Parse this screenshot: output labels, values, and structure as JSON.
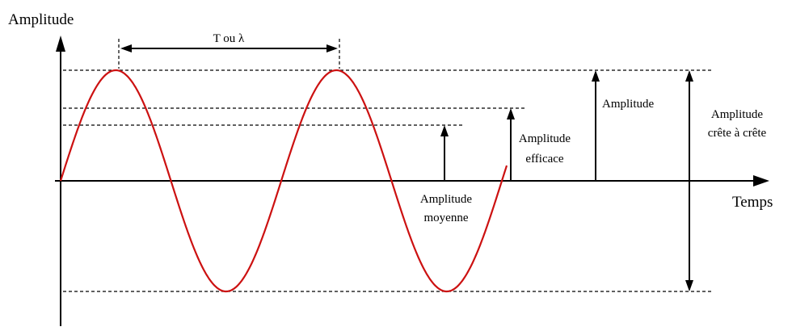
{
  "labels": {
    "y_axis": "Amplitude",
    "x_axis": "Temps",
    "period": "T ou λ",
    "mean_line1": "Amplitude",
    "mean_line2": "moyenne",
    "rms_line1": "Amplitude",
    "rms_line2": "efficace",
    "peak": "Amplitude",
    "p2p_line1": "Amplitude",
    "p2p_line2": "crête à crête"
  },
  "colors": {
    "wave": "#cc1111",
    "axis": "#000000"
  }
}
